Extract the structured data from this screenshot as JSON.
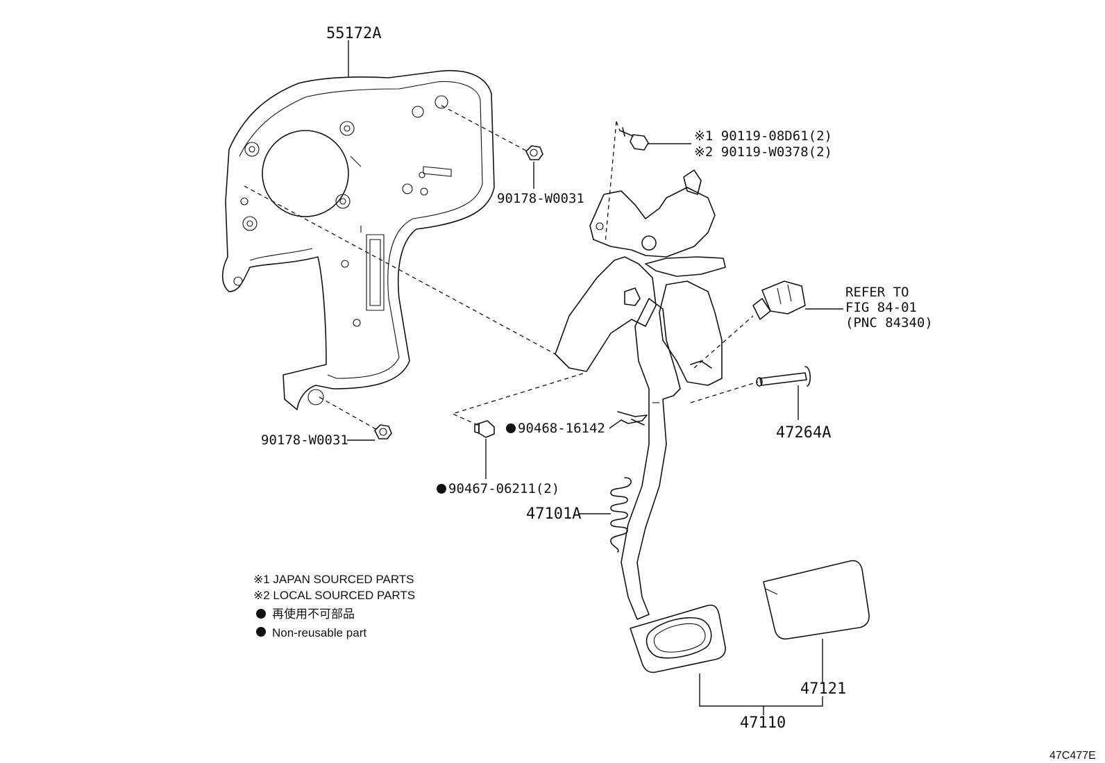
{
  "labels": {
    "bracket": "55172A",
    "nut_upper": "90178-W0031",
    "nut_lower": "90178-W0031",
    "bolt_line1": "※1 90119-08D61(2)",
    "bolt_line2": "※2 90119-W0378(2)",
    "refer_line1": "REFER TO",
    "refer_line2": "FIG 84-01",
    "refer_line3": "(PNC 84340)",
    "clip": "90468-16142",
    "pin": "47264A",
    "bushing": "90467-06211(2)",
    "spring": "47101A",
    "pad": "47121",
    "pedal_assy": "47110"
  },
  "legend": {
    "note1": "※1 JAPAN SOURCED PARTS",
    "note2": "※2 LOCAL SOURCED PARTS",
    "note3": "再使用不可部品",
    "note4": "Non-reusable part"
  },
  "figure_code": "47C477E"
}
